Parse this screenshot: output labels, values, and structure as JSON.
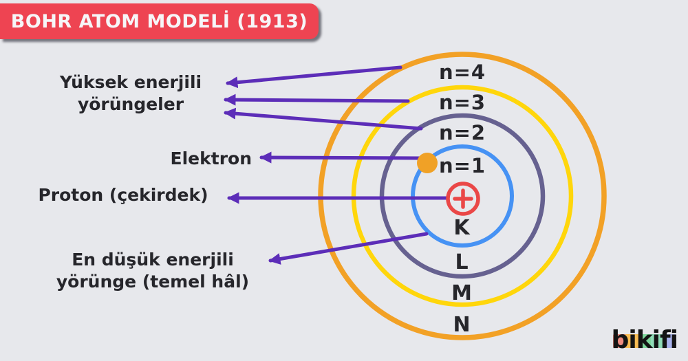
{
  "title": "BOHR ATOM MODELİ (1913)",
  "colors": {
    "background": "#e7e8ec",
    "banner": "#ee4452",
    "banner_text": "#f6f6f8",
    "text": "#26262b",
    "arrow": "#5c2db8",
    "nucleus": "#ea4747",
    "electron": "#f0a126"
  },
  "orbits": [
    {
      "level_label": "n=4",
      "shell_label": "N",
      "color": "#f2a126"
    },
    {
      "level_label": "n=3",
      "shell_label": "M",
      "color": "#ffd60b"
    },
    {
      "level_label": "n=2",
      "shell_label": "L",
      "color": "#666190"
    },
    {
      "level_label": "n=1",
      "shell_label": "K",
      "color": "#4692f4"
    }
  ],
  "annotations": {
    "high_energy_line1": "Yüksek enerjili",
    "high_energy_line2": "yörüngeler",
    "electron": "Elektron",
    "proton": "Proton (çekirdek)",
    "low_energy_line1": "En düşük enerjili",
    "low_energy_line2": "yörünge (temel hâl)"
  },
  "logo": {
    "text": "bikifi",
    "band_colors": [
      "#ef8b80",
      "#f8bc53",
      "#7ed69b",
      "#8fdcb8",
      "#aab4ee"
    ]
  }
}
